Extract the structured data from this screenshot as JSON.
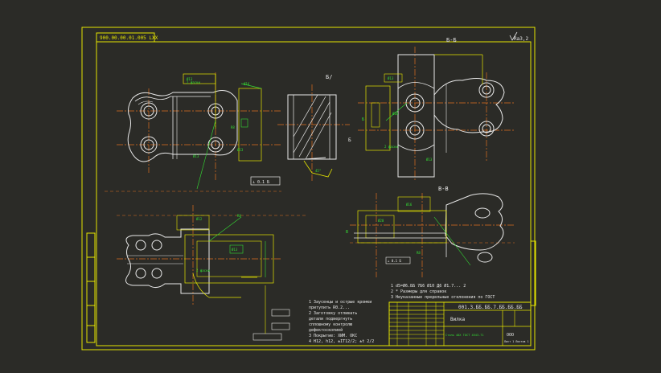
{
  "colors": {
    "background": "#2b2b27",
    "frame": "#e6e600",
    "drawing": "#e8e8e8",
    "dimension": "#33dd33",
    "centerline": "#e07020"
  },
  "stamp_top_left": "900.00.00.01.005 LXX",
  "roughness_top_right": "Ra3,2",
  "view_label_a": "Б/",
  "view_label_b": "Б-Б",
  "view_label_c": "В-В",
  "notes": {
    "right": [
      "1 d5=Ø6.ББ 7Б6 Ø10 Д6 Ø1.7... 2",
      "2 * Размеры для справок",
      "3 Неуказанные предельные отклонения по ГОСТ"
    ],
    "bottom": [
      "1 Заусенцы и острые кромки",
      "притупить R0.2...",
      "2 Заготовку отливать",
      "детали подвергнуть",
      "сплошному контролю",
      "дефектоскопией",
      "3 Покрытие: ХИМ. ОКС",
      "4 Н12, h12, ±IT12/2; ±t 2/2"
    ]
  },
  "title_block": {
    "designation": "001.3.ББ.ББ.7.ББ.ББ.ББ",
    "name": "Вилка",
    "material": "Сталь 40Х ГОСТ 4543-71",
    "org": "ООО",
    "sheet_info": "Лист 1  Листов 1"
  }
}
